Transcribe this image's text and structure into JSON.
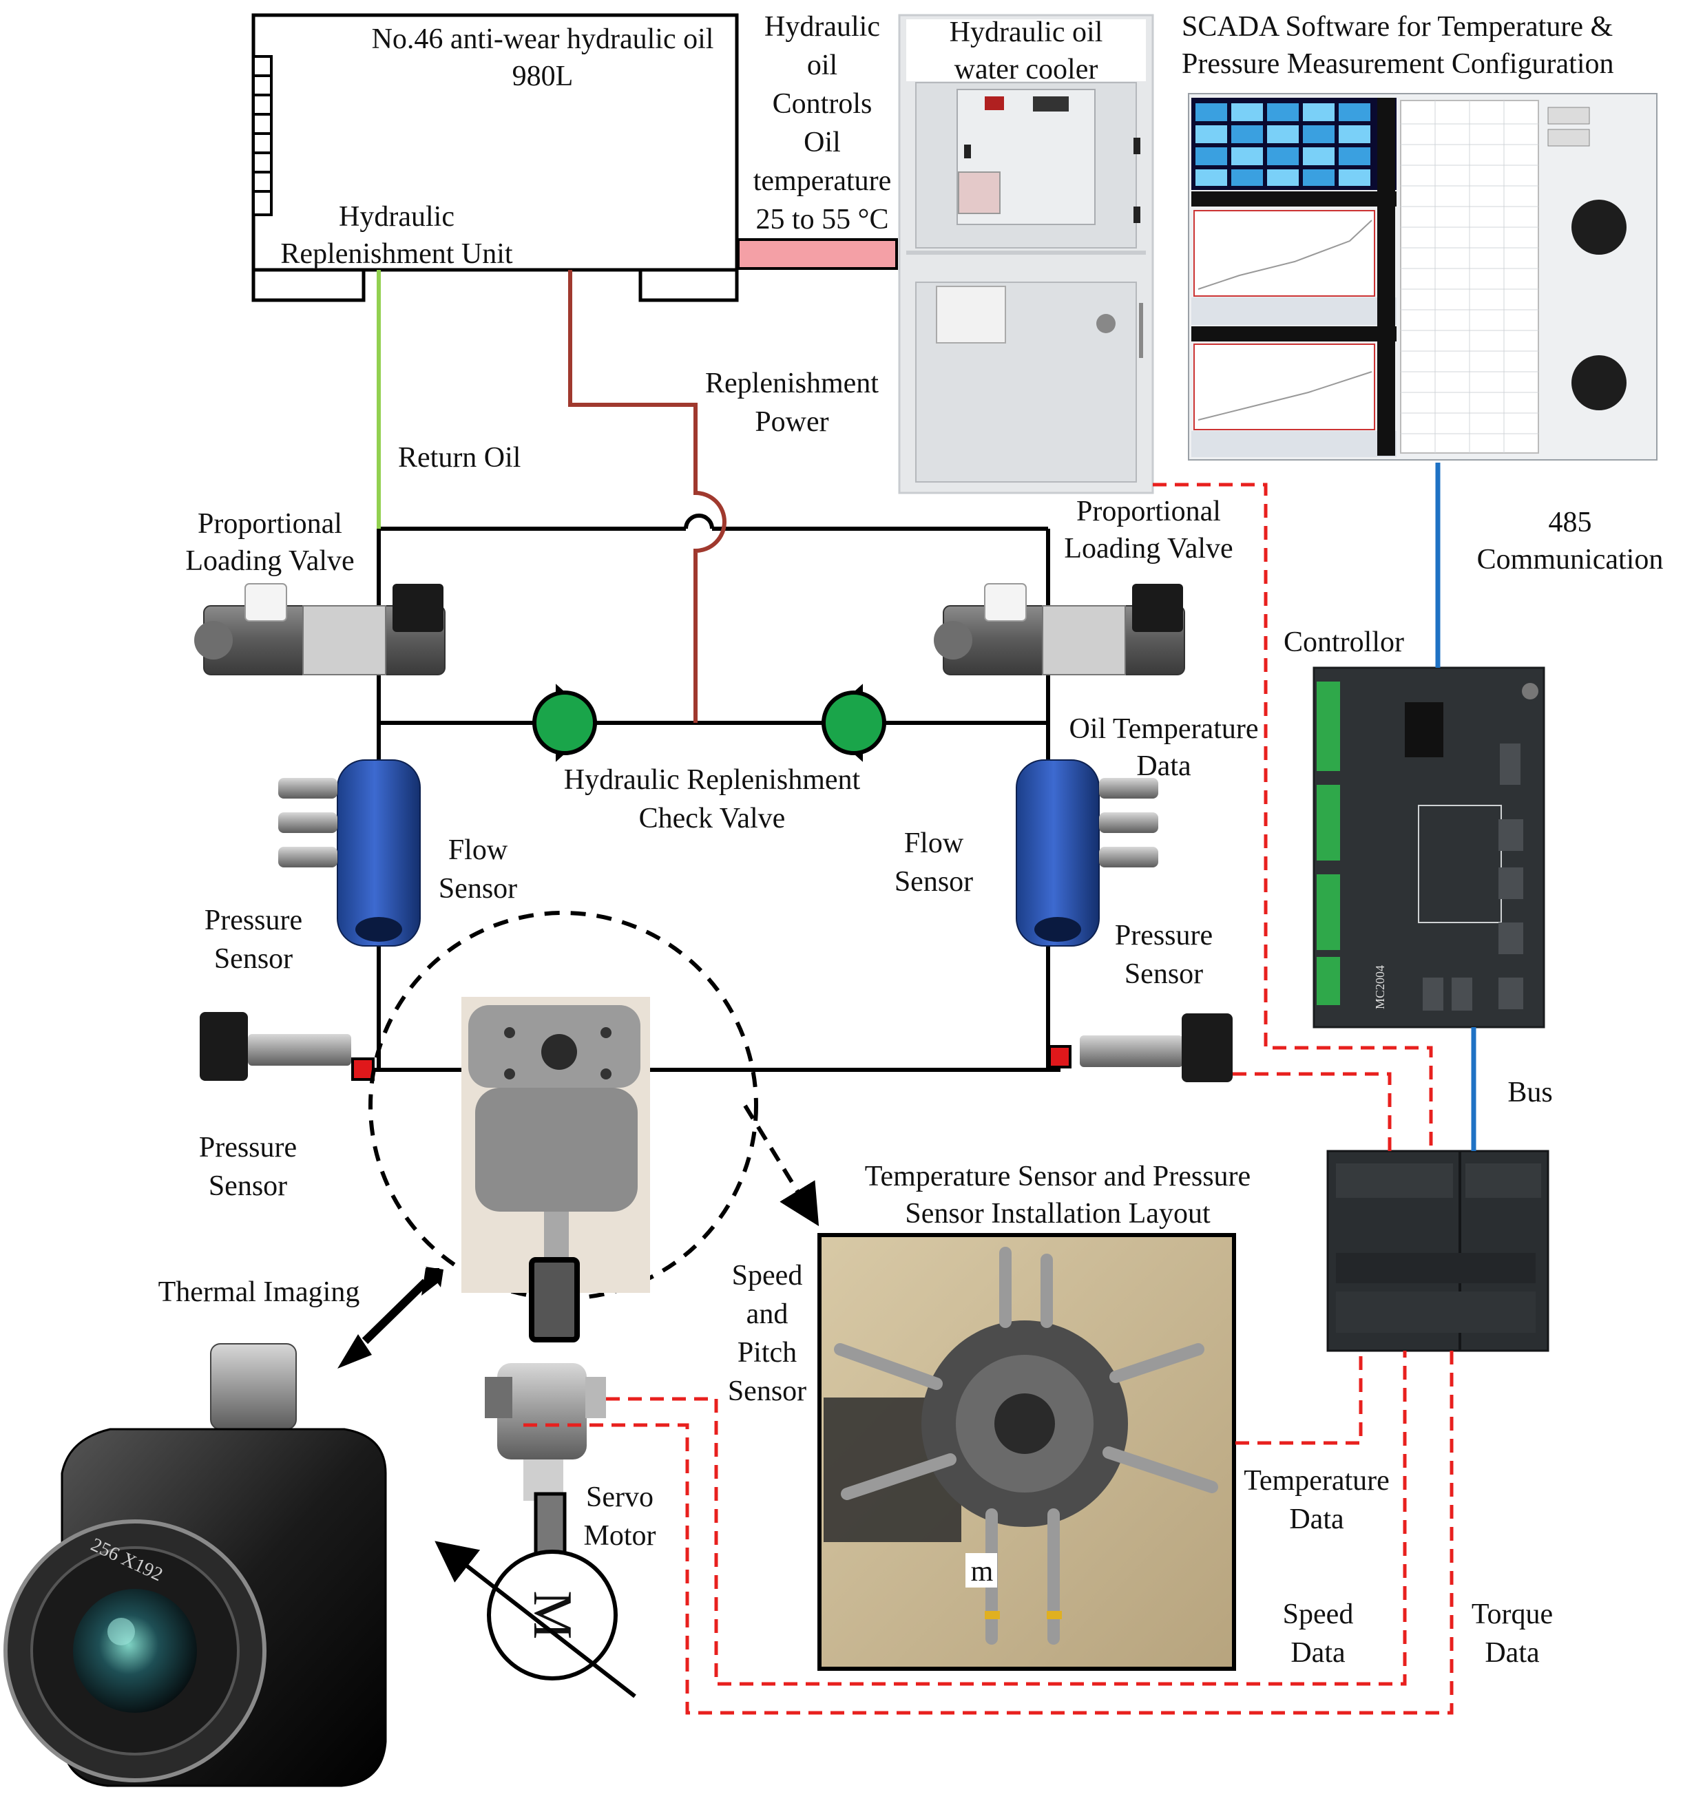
{
  "labels": {
    "tank_oil": "No.46 anti-wear hydraulic oil",
    "tank_volume": "980L",
    "replenish_unit_1": "Hydraulic",
    "replenish_unit_2": "Replenishment Unit",
    "ctrl_temp_1": "Hydraulic",
    "ctrl_temp_2": "oil",
    "ctrl_temp_3": "Controls",
    "ctrl_temp_4": "Oil",
    "ctrl_temp_5": "temperature",
    "ctrl_temp_6": "25 to 55 °C",
    "cooler_1": "Hydraulic oil",
    "cooler_2": "water cooler",
    "scada_1": "SCADA Software for Temperature &",
    "scada_2": "Pressure Measurement Configuration",
    "replenish_power_1": "Replenishment",
    "replenish_power_2": "Power",
    "return_oil": "Return Oil",
    "plv_left_1": "Proportional",
    "plv_left_2": "Loading Valve",
    "plv_right_1": "Proportional",
    "plv_right_2": "Loading Valve",
    "comm_485_1": "485",
    "comm_485_2": "Communication",
    "controller": "Controllor",
    "oil_temp_1": "Oil Temperature",
    "oil_temp_2": "Data",
    "check_valve_1": "Hydraulic Replenishment",
    "check_valve_2": "Check Valve",
    "flow_left_1": "Flow",
    "flow_left_2": "Sensor",
    "flow_right_1": "Flow",
    "flow_right_2": "Sensor",
    "pressure_l1_1": "Pressure",
    "pressure_l1_2": "Sensor",
    "pressure_l2_1": "Pressure",
    "pressure_l2_2": "Sensor",
    "pressure_r_1": "Pressure",
    "pressure_r_2": "Sensor",
    "bus": "Bus",
    "layout_1": "Temperature Sensor and Pressure",
    "layout_2": "Sensor Installation Layout",
    "thermal": "Thermal Imaging",
    "speed_pitch_1": "Speed",
    "speed_pitch_2": "and",
    "speed_pitch_3": "Pitch",
    "speed_pitch_4": "Sensor",
    "servo_1": "Servo",
    "servo_2": "Motor",
    "temp_data_1": "Temperature",
    "temp_data_2": "Data",
    "speed_data_1": "Speed",
    "speed_data_2": "Data",
    "torque_data_1": "Torque",
    "torque_data_2": "Data",
    "motor_symbol": "M",
    "photo_mark": "m",
    "camera_lens": "256 X192",
    "controller_model": "MC2004"
  },
  "colors": {
    "pipe": "#000000",
    "return_oil": "#92d050",
    "replenish_power": "#a0392e",
    "heater_bar": "#f4a0a6",
    "signal": "#e8201e",
    "comm_485": "#1f72c4",
    "check_valve": "#1aa54a",
    "sensor_tap": "#e0181b"
  }
}
